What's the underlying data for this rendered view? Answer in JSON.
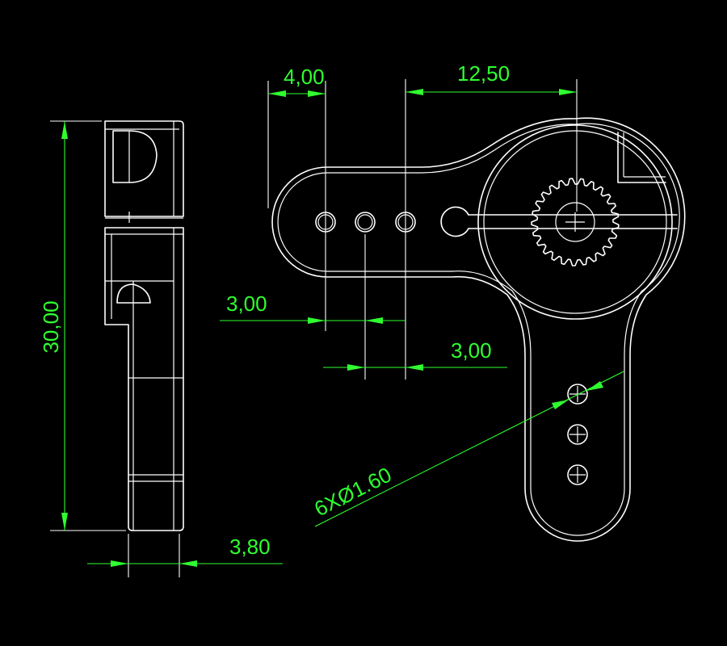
{
  "dimensions": {
    "side_height": "30,00",
    "side_thickness": "3,80",
    "hole_offset_left": "4,00",
    "spline_distance": "12,50",
    "hole_pitch_top": "3,00",
    "hole_pitch_bottom": "3,00",
    "hole_callout": "6XØ1.60"
  },
  "colors": {
    "background": "#000000",
    "geometry": "#ffffff",
    "dimension": "#2fff2f"
  }
}
